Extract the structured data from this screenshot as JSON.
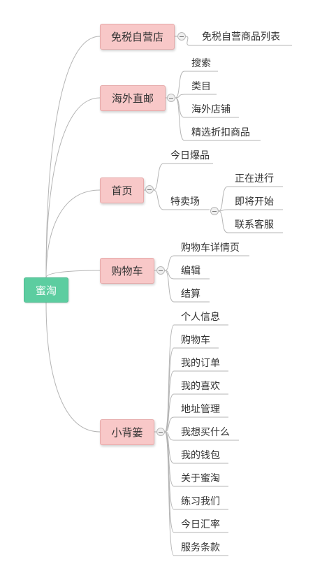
{
  "root": "蜜淘",
  "branches": {
    "b1": {
      "label": "免税自营店",
      "children": [
        "免税自营商品列表"
      ]
    },
    "b2": {
      "label": "海外直邮",
      "children": [
        "搜索",
        "类目",
        "海外店铺",
        "精选折扣商品"
      ]
    },
    "b3": {
      "label": "首页",
      "children": [
        "今日爆品",
        "特卖场"
      ],
      "sub": {
        "label": "特卖场",
        "children": [
          "正在进行",
          "即将开始",
          "联系客服"
        ]
      }
    },
    "b4": {
      "label": "购物车",
      "children": [
        "购物车详情页",
        "编辑",
        "结算"
      ]
    },
    "b5": {
      "label": "小背篓",
      "children": [
        "个人信息",
        "购物车",
        "我的订单",
        "我的喜欢",
        "地址管理",
        "我想买什么",
        "我的钱包",
        "关于蜜淘",
        "练习我们",
        "今日汇率",
        "服务条款"
      ]
    }
  },
  "colors": {
    "root_fill": "#5ccda0",
    "branch_fill": "#f8c8c8",
    "line": "#b5b5b5"
  }
}
